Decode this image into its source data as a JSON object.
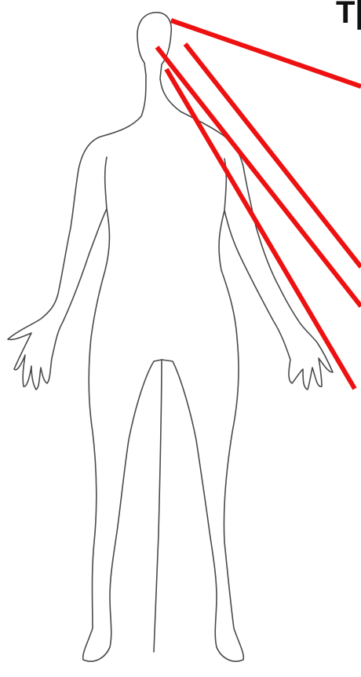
{
  "header": {
    "corner_text": "T|"
  },
  "figure": {
    "subject": "human-body-outline",
    "outline_color": "#4a4a4a",
    "background_color": "#ffffff",
    "pointer_color": "#ee1111",
    "pointer_count": 4
  }
}
